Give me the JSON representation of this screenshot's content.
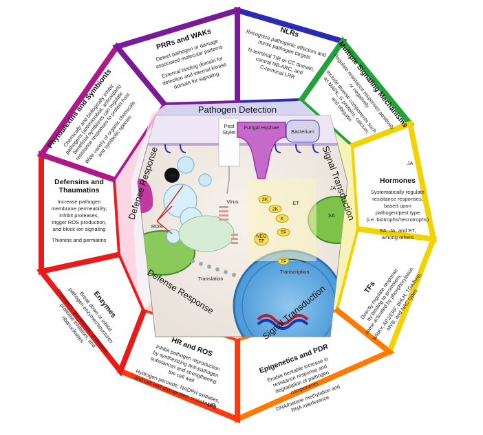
{
  "center": {
    "pathogen_detection": "Pathogen Detection",
    "signal_transduction_right": "Signal Transduction",
    "signal_transduction_bottom": "Signal Transduction",
    "defense_response_left": "Defense Response",
    "defense_response_bottom": "Defense Response",
    "pest_stylet": [
      "Pest",
      "Stylet"
    ],
    "fungal_hyphae": "Fungal Hyphae",
    "bacterium": "Bacterium",
    "virus": "Virus",
    "hr": "HR",
    "ros": "ROS",
    "translation": "Translation",
    "transcription": "Transcription",
    "sa": "SA",
    "ja": "JA",
    "et": "ET",
    "kinases": [
      "3K",
      "2K",
      "K"
    ],
    "tf": "TF",
    "neg_tf": [
      "NEG",
      "TF"
    ],
    "nucleus_tf": "TF"
  },
  "boxes": {
    "prrs": {
      "title": "PRRs and WAKs",
      "lines": [
        "Detect pathogen or damage",
        "associated molecular patterns",
        "",
        "External binding domain for",
        "detection and internal kinase",
        "domain for signaling"
      ]
    },
    "nlrs": {
      "title": "NLRs",
      "lines": [
        "Recognize pathogenic effectors and",
        "mimic pathogen targets",
        "",
        "N-terminal TIR or CC domain,",
        "central NB-ARC, and",
        "C-terminal LRR"
      ]
    },
    "multi": {
      "title": "Multiple Signaling Mechanisms",
      "lines": [
        "Regulate resistance responses positively",
        "or negatively",
        "",
        "Include diverse components such",
        "as MAPK, G proteins, calcium,",
        "and ubiquitin"
      ]
    },
    "hormones": {
      "title": "Hormones",
      "lines": [
        "Systematically regulate",
        "resistance responses,",
        "based upon",
        "pathogen/pest type",
        "(i.e. biotrophs/necrotrophs)",
        "",
        "SA, JA, and ET,",
        "among others"
      ]
    },
    "tfs": {
      "title": "TFs",
      "lines": [
        "Directly regulate response",
        "by binding to promoters,",
        "some activated by phosphorylation",
        "",
        "WRKY, AP2/ERF, bHLH, TGA/bzip,",
        "MYB, and NAC types"
      ]
    },
    "epigenetics": {
      "title": "Epigenetics and PDR",
      "lines": [
        "Enable heritable increase in",
        "resistance response and",
        "degradation of pathogen",
        "components",
        "",
        "DNA/histone methylation and",
        "RNA interference"
      ]
    },
    "hr_ros": {
      "title": "HR and ROS",
      "lines": [
        "Inhibit pathogen reproduction",
        "by synthesizing anti-pathogen",
        "substances and strengthening",
        "the cell wall",
        "",
        "Hydrogen peroxide, NADPH oxidases,",
        "and cell wall glycoprotein crosslinking"
      ]
    },
    "enzymes": {
      "title": "Enzymes",
      "lines": [
        "Break down or inhibit",
        "pathogen enzymes/structures",
        "",
        "Chitinases, glucanases, proteases,",
        "protease inhibitors, and",
        "ribonucleases"
      ]
    },
    "defensins": {
      "title": [
        "Defensins and",
        "Thaumatins"
      ],
      "lines": [
        "Increase pathogen",
        "membrane permeability,",
        "inhibit proteases,",
        "trigger ROS production,",
        "and block ion signaling",
        "",
        "Thionins and permatins"
      ]
    },
    "phyto": {
      "title": "Phytoalexins and Symbionts",
      "lines": [
        "Chemically and biologically inhibit",
        "pathogens (antimicrobial, antioxidant)",
        "beneficial symbionts can regulate",
        "resistance responses to protect host",
        "",
        "Wide variety of organic chemicals",
        "and symbiotic species"
      ]
    }
  },
  "watermarks": {
    "hr": "HR",
    "ja": "JA"
  },
  "colors": {
    "blue": "#2a2ab8",
    "purple": "#7a1a9a",
    "magenta": "#b0178a",
    "red": "#e81a1a",
    "orange": "#ff7a00",
    "yellow": "#f2d200",
    "green": "#22a33a",
    "violet": "#6a18c8"
  }
}
